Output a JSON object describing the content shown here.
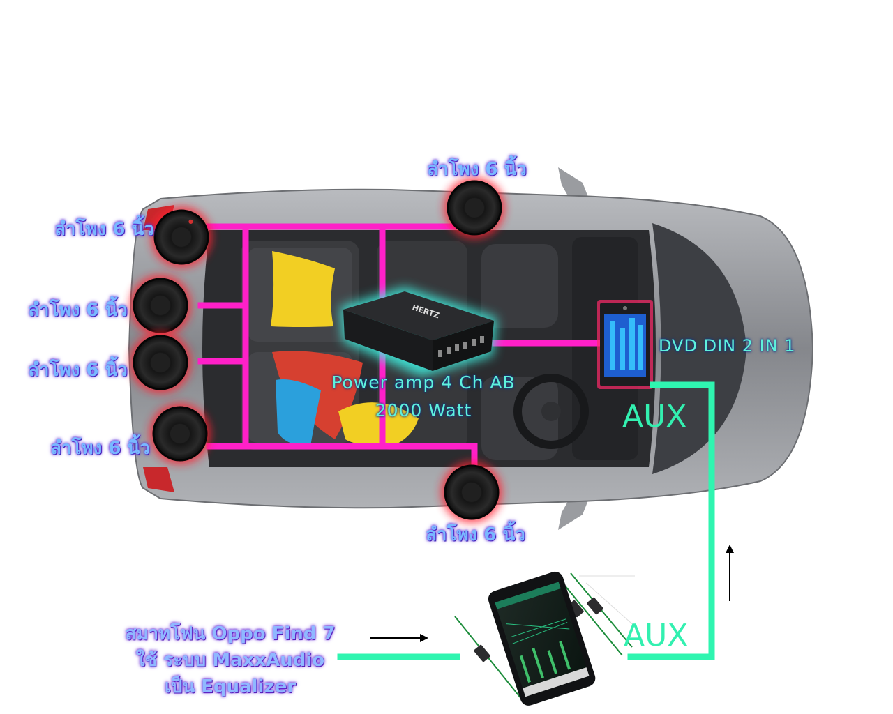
{
  "speakers": {
    "label": "ลำโพง 6 นิ้ว"
  },
  "amplifier": {
    "brand": "HERTZ",
    "line1": "Power amp 4 Ch AB",
    "line2": "2000 Watt"
  },
  "head_unit": {
    "label": "DVD DIN 2 IN 1"
  },
  "aux": {
    "label": "AUX"
  },
  "phone": {
    "line1": "สมาทโฟน Oppo Find 7",
    "line2": "ใช้ ระบบ MaxxAudio",
    "line3": "เป็น Equalizer"
  },
  "colors": {
    "speaker_wire": "#ff20c8",
    "aux_wire": "#2ff5b0",
    "car_body": "#8d8f94",
    "amp_glow": "#40f0e0",
    "speaker_glow": "#ff2030"
  }
}
